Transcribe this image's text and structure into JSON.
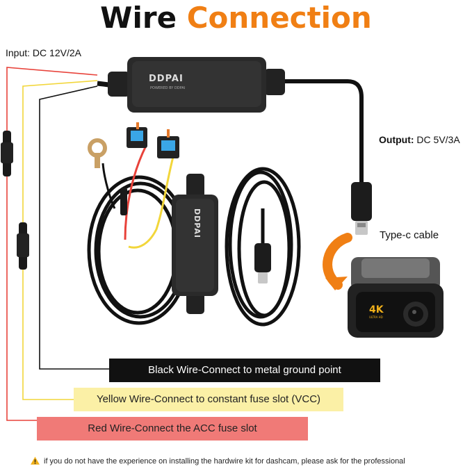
{
  "title": {
    "part1": "Wire",
    "part2": "Connection"
  },
  "input_label": {
    "key": "Input:",
    "value": "DC 12V/2A"
  },
  "output_label": {
    "key": "Output:",
    "value": "DC 5V/3A"
  },
  "type_c_label": "Type-c cable",
  "brand_text": "DDPAI",
  "brand_subtext": "POWERED BY DDPAI",
  "camera_badge": {
    "main": "4K",
    "sub": "ULTRA HD"
  },
  "wires": {
    "black": "Black Wire-Connect to metal ground point",
    "yellow": "Yellow Wire-Connect to constant fuse slot (VCC)",
    "red": "Red Wire-Connect the ACC fuse slot"
  },
  "warning": "if you do not have the experience on installing the hardwire kit for dashcam, please ask for the professional",
  "colors": {
    "accent": "#f07f14",
    "black_bar": "#111111",
    "yellow_bar": "#fbf0a6",
    "red_bar": "#f07a77",
    "red_wire": "#e8423a",
    "yellow_wire": "#f2d63a"
  }
}
